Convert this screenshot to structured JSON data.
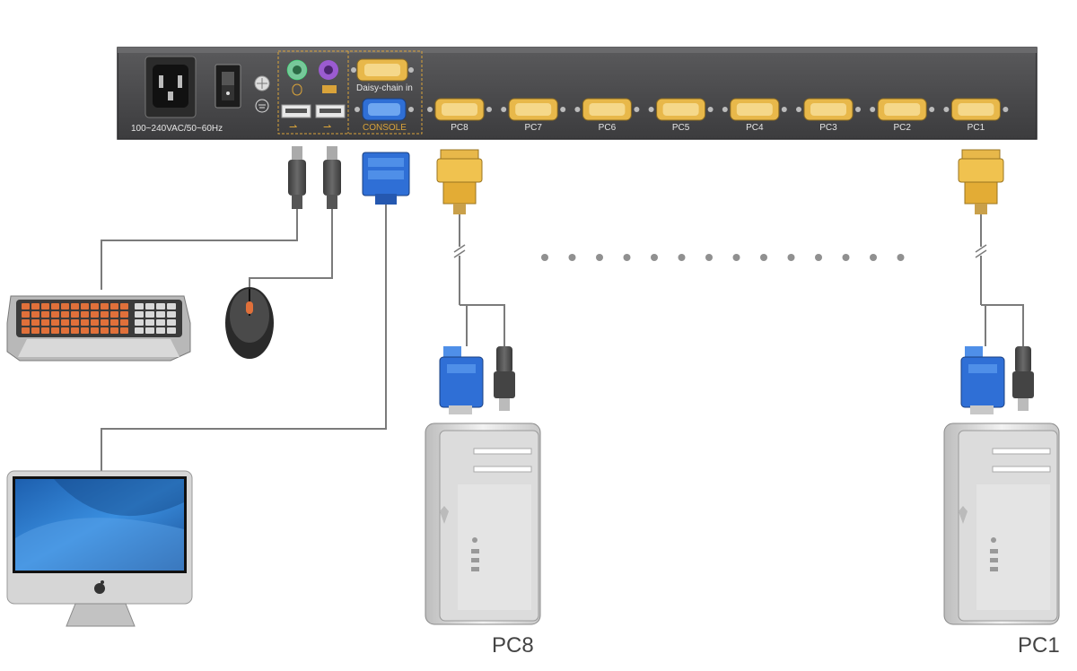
{
  "kvm_unit": {
    "power_label": "100~240VAC/50~60Hz",
    "daisy_chain_label": "Daisy-chain in",
    "console_label": "CONSOLE",
    "ports": [
      "PC8",
      "PC7",
      "PC6",
      "PC5",
      "PC4",
      "PC3",
      "PC2",
      "PC1"
    ]
  },
  "computers": {
    "left_label": "PC8",
    "right_label": "PC1"
  },
  "colors": {
    "panel": "#4a4a4c",
    "vga_port": "#e8b84a",
    "console_port": "#2f6fd6",
    "console_frame": "#d9a33a",
    "cable": "#7b7b7b",
    "keyboard_keys": "#e0703a",
    "ps2_green": "#77c89a",
    "ps2_purple": "#9b5bd1",
    "screen": "#2d7fd0"
  },
  "icons": [
    "power-inlet-icon",
    "power-switch-icon",
    "ground-icon",
    "usb-icon",
    "mouse-icon",
    "keyboard-icon",
    "apple-logo-icon"
  ]
}
